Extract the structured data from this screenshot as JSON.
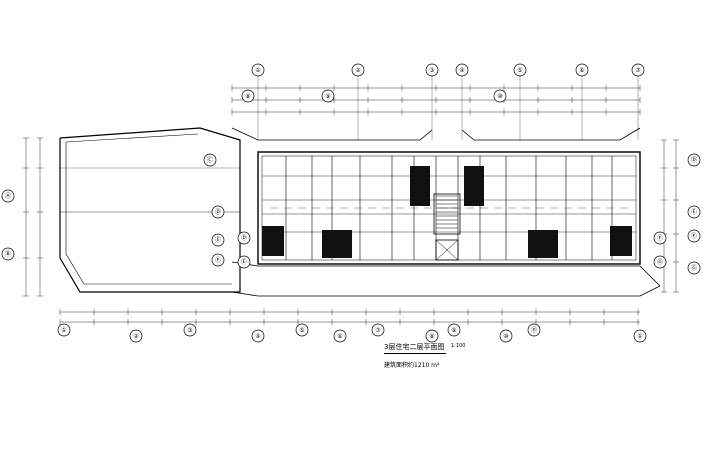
{
  "drawing": {
    "title": "3层住宅二层平面图",
    "scale": "1:100",
    "note": "建筑面积约1210 m²"
  },
  "grid": {
    "top_axes": [
      "①",
      "②",
      "③",
      "④",
      "⑤",
      "⑥",
      "⑦",
      "⑧",
      "⑨",
      "⑩"
    ],
    "bottom_axes": [
      "①",
      "②",
      "③",
      "④",
      "⑤",
      "⑥",
      "⑦",
      "⑧",
      "⑨",
      "⑩",
      "⑪"
    ],
    "left_axes": [
      "Ⓐ",
      "Ⓑ",
      "Ⓒ"
    ],
    "right_axes": [
      "Ⓓ",
      "Ⓔ",
      "Ⓕ",
      "Ⓖ"
    ]
  },
  "colors": {
    "line": "#000000",
    "fill_dark": "#111111",
    "hatch": "#444444",
    "paper": "#ffffff"
  }
}
